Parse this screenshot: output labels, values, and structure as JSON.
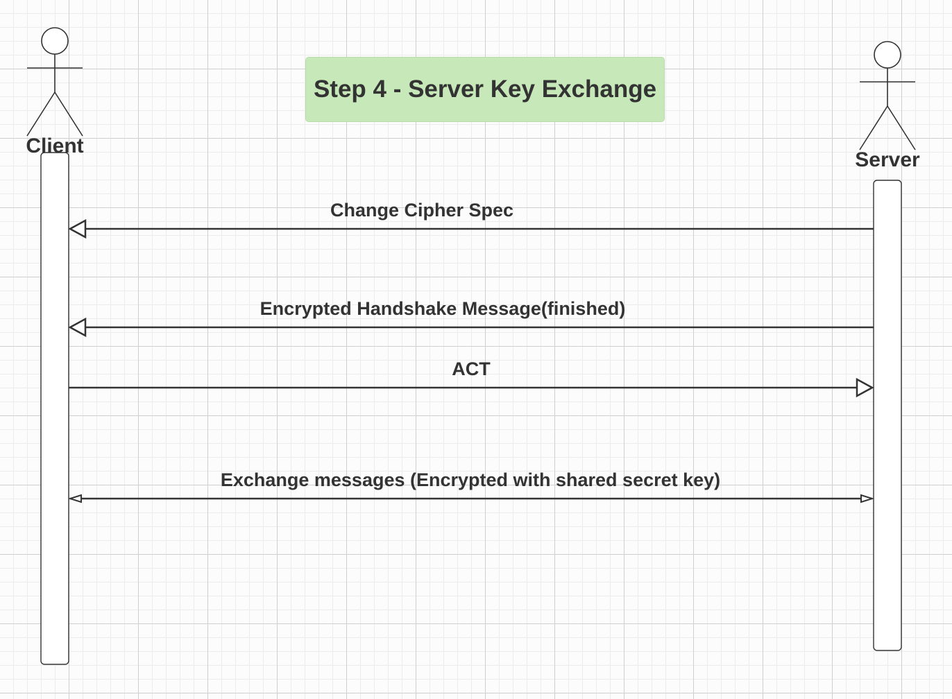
{
  "diagram": {
    "title": "Step 4 - Server Key Exchange",
    "title_fill": "#c7e8b9",
    "actors": [
      {
        "id": "client",
        "label": "Client"
      },
      {
        "id": "server",
        "label": "Server"
      }
    ],
    "messages": [
      {
        "label": "Change Cipher Spec",
        "from": "server",
        "to": "client",
        "arrow": "hollow-triangle"
      },
      {
        "label": "Encrypted Handshake Message(finished)",
        "from": "server",
        "to": "client",
        "arrow": "hollow-triangle"
      },
      {
        "label": "ACT",
        "from": "client",
        "to": "server",
        "arrow": "hollow-triangle"
      },
      {
        "label": "Exchange messages (Encrypted with shared secret key)",
        "from": "client",
        "to": "server",
        "arrow": "bidirectional"
      }
    ],
    "colors": {
      "line": "#333333",
      "text": "#333333"
    }
  }
}
